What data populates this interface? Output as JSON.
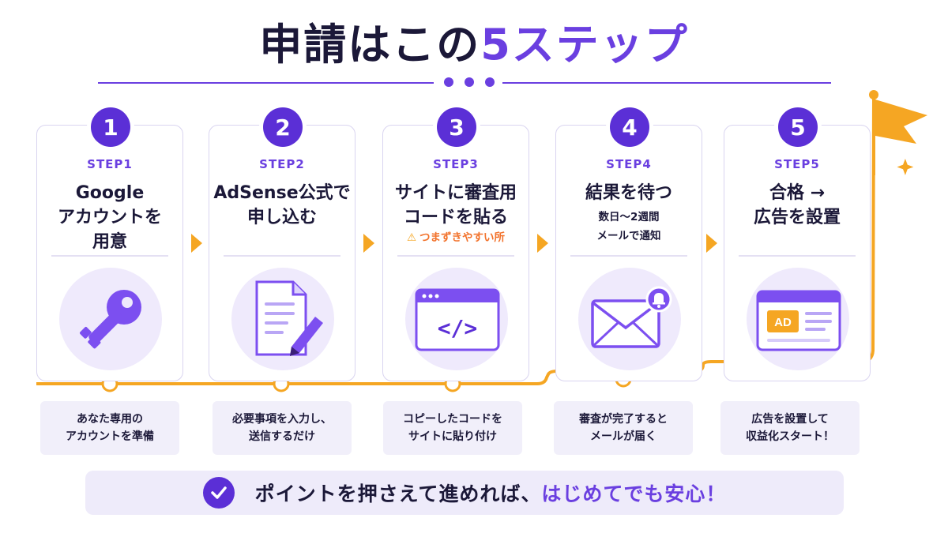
{
  "title": {
    "main": "申請はこの",
    "highlight": "5ステップ"
  },
  "steps": [
    {
      "num": "1",
      "label": "STEP1",
      "title_lines": [
        "Google",
        "アカウントを",
        "用意"
      ],
      "sub_lines": [],
      "warning": "",
      "icon": "key-icon",
      "desc_lines": [
        "あなた専用の",
        "アカウントを準備"
      ]
    },
    {
      "num": "2",
      "label": "STEP2",
      "title_lines": [
        "AdSense公式で",
        "申し込む"
      ],
      "sub_lines": [],
      "warning": "",
      "icon": "document-pencil-icon",
      "desc_lines": [
        "必要事項を入力し、",
        "送信するだけ"
      ]
    },
    {
      "num": "3",
      "label": "STEP3",
      "title_lines": [
        "サイトに審査用",
        "コードを貼る"
      ],
      "sub_lines": [],
      "warning": "つまずきやすい所",
      "icon": "code-window-icon",
      "desc_lines": [
        "コピーしたコードを",
        "サイトに貼り付け"
      ]
    },
    {
      "num": "4",
      "label": "STEP4",
      "title_lines": [
        "結果を待つ"
      ],
      "sub_lines": [
        "数日〜2週間",
        "メールで通知"
      ],
      "warning": "",
      "icon": "mail-bell-icon",
      "desc_lines": [
        "審査が完了すると",
        "メールが届く"
      ]
    },
    {
      "num": "5",
      "label": "STEP5",
      "title_lines": [
        "合格 →",
        "広告を設置"
      ],
      "sub_lines": [],
      "warning": "",
      "icon": "ad-window-icon",
      "desc_lines": [
        "広告を設置して",
        "収益化スタート！"
      ]
    }
  ],
  "ad_badge": "AD",
  "code_glyph": "</>",
  "banner": {
    "text": "ポイントを押さえて進めれば、",
    "highlight": "はじめてでも安心！"
  },
  "colors": {
    "accent": "#6a3fe0",
    "accent_dark": "#5b2fd6",
    "track": "#f5a623",
    "warning": "#f2722b",
    "soft": "#efeafc"
  }
}
